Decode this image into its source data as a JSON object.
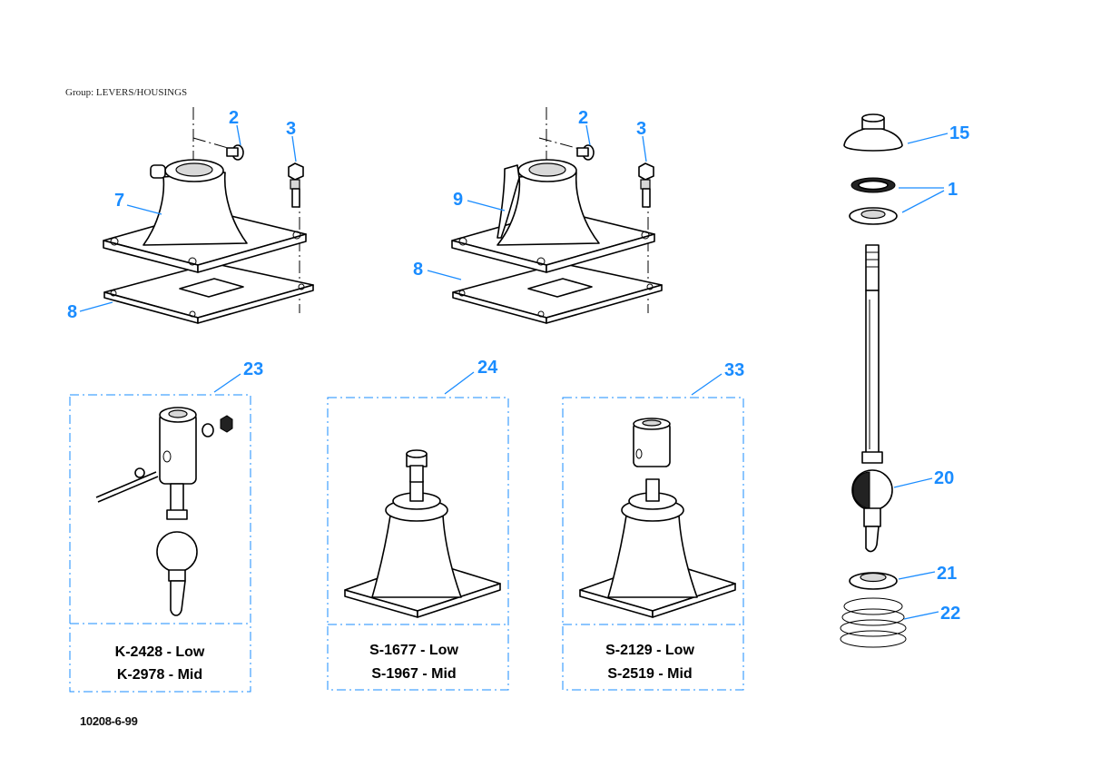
{
  "group_label": "Group: LEVERS/HOUSINGS",
  "drawing_number": "10208-6-99",
  "colors": {
    "callout": "#1a8cff",
    "line": "#000000",
    "background": "#ffffff"
  },
  "callouts": {
    "housing_a_screw": "2",
    "housing_a_bolt": "3",
    "housing_a_body": "7",
    "housing_a_gasket": "8",
    "housing_b_screw": "2",
    "housing_b_bolt": "3",
    "housing_b_body": "9",
    "housing_b_gasket": "8",
    "cap": "15",
    "seal_set": "1",
    "lever_ball": "20",
    "spring_seat": "21",
    "spring": "22",
    "kit_a": "23",
    "kit_b": "24",
    "kit_c": "33"
  },
  "kits": [
    {
      "line1": "K-2428 - Low",
      "line2": "K-2978 - Mid"
    },
    {
      "line1": "S-1677 - Low",
      "line2": "S-1967 - Mid"
    },
    {
      "line1": "S-2129 - Low",
      "line2": "S-2519 - Mid"
    }
  ]
}
